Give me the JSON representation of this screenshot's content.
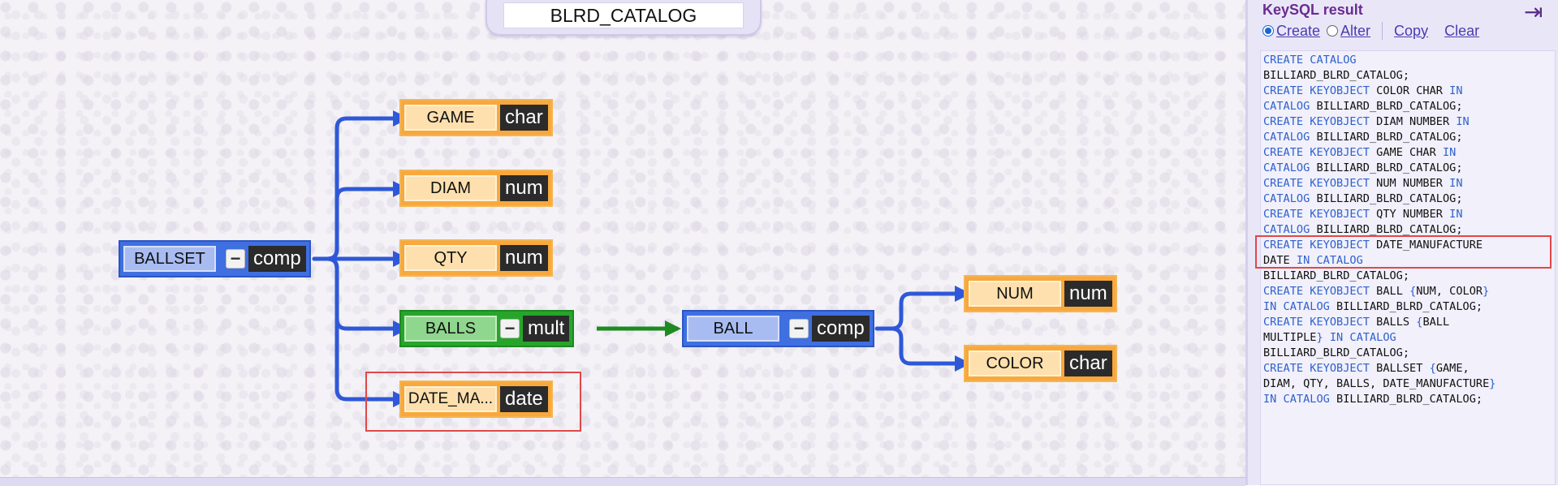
{
  "catalog": {
    "name": "BLRD_CATALOG"
  },
  "colors": {
    "link_blue": "#2f58d8",
    "link_green": "#1e8a22",
    "highlight": "#e04848"
  },
  "nodes": {
    "game": {
      "label": "GAME",
      "type": "char"
    },
    "diam": {
      "label": "DIAM",
      "type": "num"
    },
    "qty": {
      "label": "QTY",
      "type": "num"
    },
    "balls": {
      "label": "BALLS",
      "type": "mult",
      "toggle": "−"
    },
    "date": {
      "label": "DATE_MA...",
      "type": "date"
    },
    "ballset": {
      "label": "BALLSET",
      "type": "comp",
      "toggle": "−"
    },
    "ball": {
      "label": "BALL",
      "type": "comp",
      "toggle": "−"
    },
    "num": {
      "label": "NUM",
      "type": "num"
    },
    "color": {
      "label": "COLOR",
      "type": "char"
    }
  },
  "panel": {
    "title": "KeySQL result",
    "collapse_icon": "arrow-right-bar-icon",
    "toolbar": {
      "create_label": "Create",
      "alter_label": "Alter",
      "copy_label": "Copy",
      "clear_label": "Clear",
      "selected": "Create"
    },
    "code_lines": [
      [
        {
          "t": "CREATE CATALOG",
          "k": true
        }
      ],
      [
        {
          "t": "BILLIARD_BLRD_CATALOG;",
          "k": false
        }
      ],
      [
        {
          "t": "CREATE KEYOBJECT",
          "k": true
        },
        {
          "t": " COLOR CHAR ",
          "k": false
        },
        {
          "t": "IN",
          "k": true
        }
      ],
      [
        {
          "t": "CATALOG",
          "k": true
        },
        {
          "t": " BILLIARD_BLRD_CATALOG;",
          "k": false
        }
      ],
      [
        {
          "t": "CREATE KEYOBJECT",
          "k": true
        },
        {
          "t": " DIAM NUMBER ",
          "k": false
        },
        {
          "t": "IN",
          "k": true
        }
      ],
      [
        {
          "t": "CATALOG",
          "k": true
        },
        {
          "t": " BILLIARD_BLRD_CATALOG;",
          "k": false
        }
      ],
      [
        {
          "t": "CREATE KEYOBJECT",
          "k": true
        },
        {
          "t": " GAME CHAR ",
          "k": false
        },
        {
          "t": "IN",
          "k": true
        }
      ],
      [
        {
          "t": "CATALOG",
          "k": true
        },
        {
          "t": " BILLIARD_BLRD_CATALOG;",
          "k": false
        }
      ],
      [
        {
          "t": "CREATE KEYOBJECT",
          "k": true
        },
        {
          "t": " NUM NUMBER ",
          "k": false
        },
        {
          "t": "IN",
          "k": true
        }
      ],
      [
        {
          "t": "CATALOG",
          "k": true
        },
        {
          "t": " BILLIARD_BLRD_CATALOG;",
          "k": false
        }
      ],
      [
        {
          "t": "CREATE KEYOBJECT",
          "k": true
        },
        {
          "t": " QTY NUMBER ",
          "k": false
        },
        {
          "t": "IN",
          "k": true
        }
      ],
      [
        {
          "t": "CATALOG",
          "k": true
        },
        {
          "t": " BILLIARD_BLRD_CATALOG;",
          "k": false
        }
      ],
      [
        {
          "t": "CREATE KEYOBJECT",
          "k": true
        },
        {
          "t": " DATE_MANUFACTURE",
          "k": false
        }
      ],
      [
        {
          "t": "DATE ",
          "k": false
        },
        {
          "t": "IN CATALOG",
          "k": true
        }
      ],
      [
        {
          "t": "BILLIARD_BLRD_CATALOG;",
          "k": false
        }
      ],
      [
        {
          "t": "CREATE KEYOBJECT",
          "k": true
        },
        {
          "t": " BALL ",
          "k": false
        },
        {
          "t": "{",
          "k": true
        },
        {
          "t": "NUM, COLOR",
          "k": false
        },
        {
          "t": "}",
          "k": true
        }
      ],
      [
        {
          "t": "IN CATALOG",
          "k": true
        },
        {
          "t": " BILLIARD_BLRD_CATALOG;",
          "k": false
        }
      ],
      [
        {
          "t": "CREATE KEYOBJECT",
          "k": true
        },
        {
          "t": " BALLS ",
          "k": false
        },
        {
          "t": "{",
          "k": true
        },
        {
          "t": "BALL",
          "k": false
        }
      ],
      [
        {
          "t": "MULTIPLE",
          "k": false
        },
        {
          "t": "} IN CATALOG",
          "k": true
        }
      ],
      [
        {
          "t": "BILLIARD_BLRD_CATALOG;",
          "k": false
        }
      ],
      [
        {
          "t": "CREATE KEYOBJECT",
          "k": true
        },
        {
          "t": " BALLSET ",
          "k": false
        },
        {
          "t": "{",
          "k": true
        },
        {
          "t": "GAME,",
          "k": false
        }
      ],
      [
        {
          "t": "DIAM, QTY, BALLS, DATE_MANUFACTURE",
          "k": false
        },
        {
          "t": "}",
          "k": true
        }
      ],
      [
        {
          "t": "IN CATALOG",
          "k": true
        },
        {
          "t": " BILLIARD_BLRD_CATALOG;",
          "k": false
        }
      ]
    ]
  }
}
